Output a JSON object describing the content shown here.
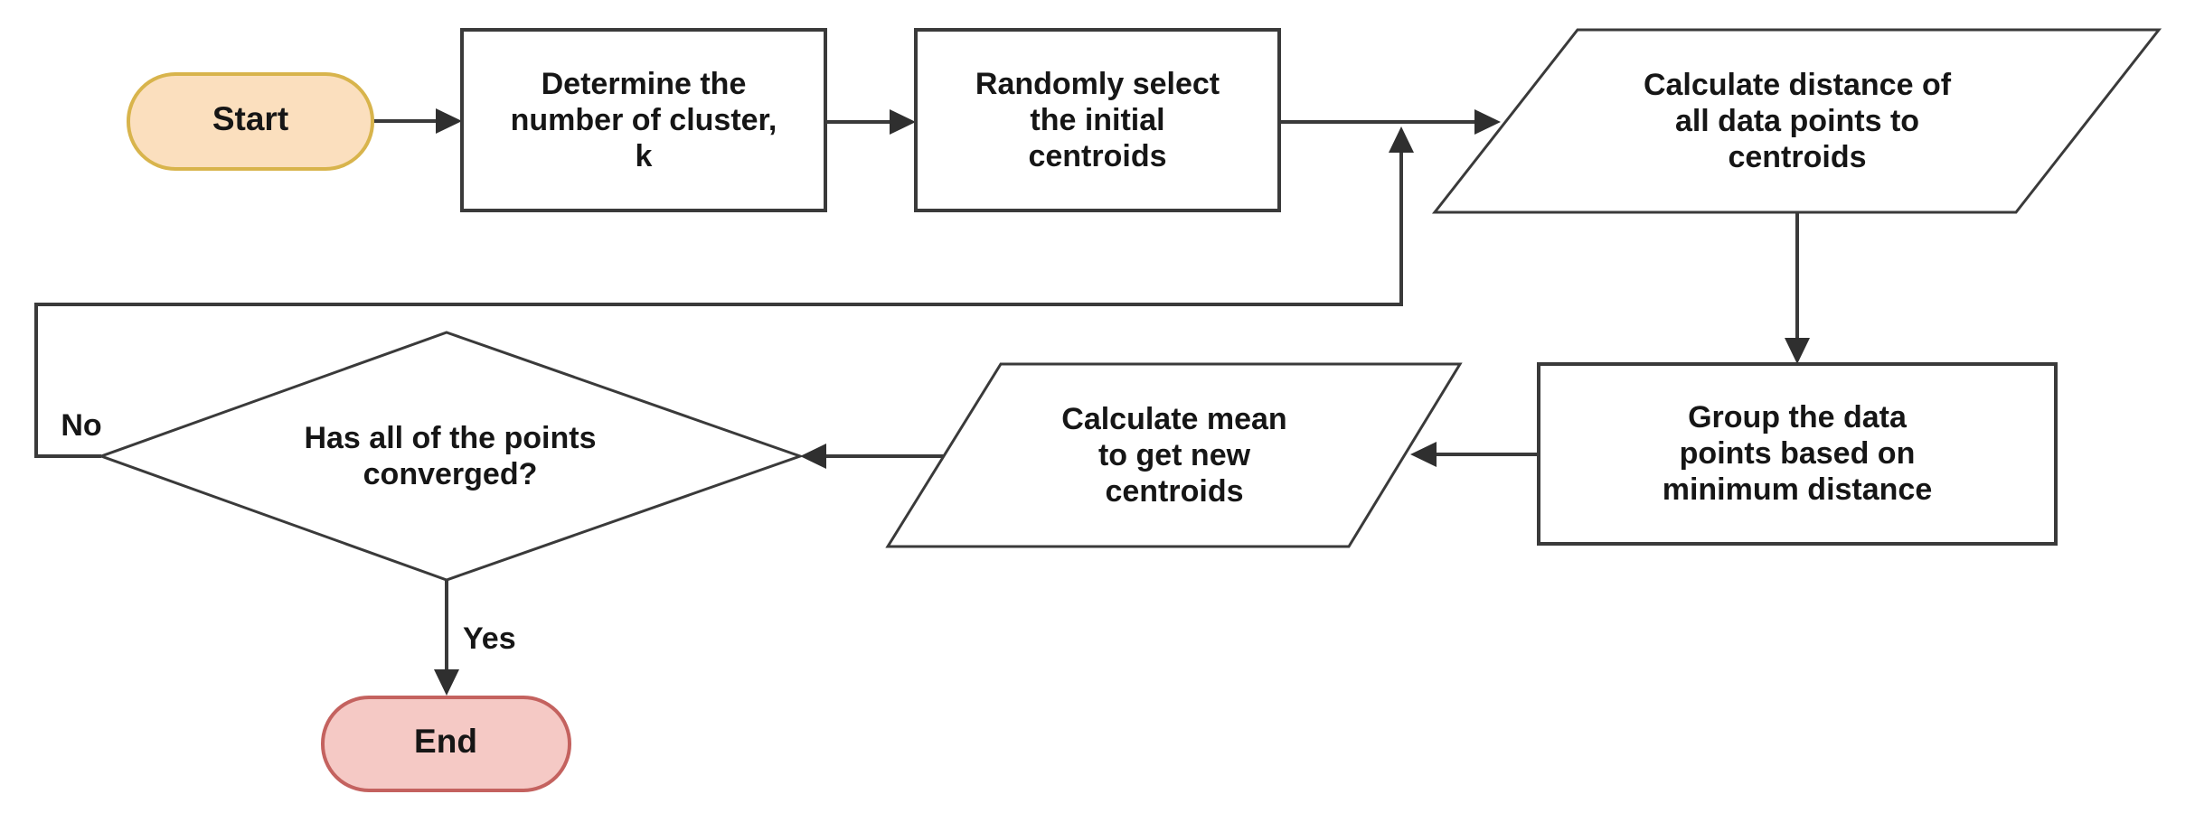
{
  "diagram": {
    "kind": "flowchart"
  },
  "nodes": {
    "start": {
      "label": "Start",
      "shape": "terminator"
    },
    "determine_k": {
      "label": "Determine the number of cluster, k",
      "shape": "process"
    },
    "random_init": {
      "label": "Randomly select the initial centroids",
      "shape": "process"
    },
    "calc_distance": {
      "label": "Calculate distance of all data points to centroids",
      "shape": "data"
    },
    "group_points": {
      "label": "Group the  data points based on minimum distance",
      "shape": "process"
    },
    "calc_mean": {
      "label": "Calculate mean to get new centroids",
      "shape": "data"
    },
    "converged": {
      "label": "Has all of the points converged?",
      "shape": "decision"
    },
    "end": {
      "label": "End",
      "shape": "terminator"
    }
  },
  "edge_labels": {
    "no": "No",
    "yes": "Yes"
  },
  "colors": {
    "start_fill": "#fbdfbe",
    "start_stroke": "#d8b44c",
    "end_fill": "#f5c9c5",
    "end_stroke": "#c4625f",
    "shape_fill": "#ffffff",
    "shape_stroke": "#3a3a3a",
    "line": "#3a3a3a",
    "text": "#161616"
  }
}
